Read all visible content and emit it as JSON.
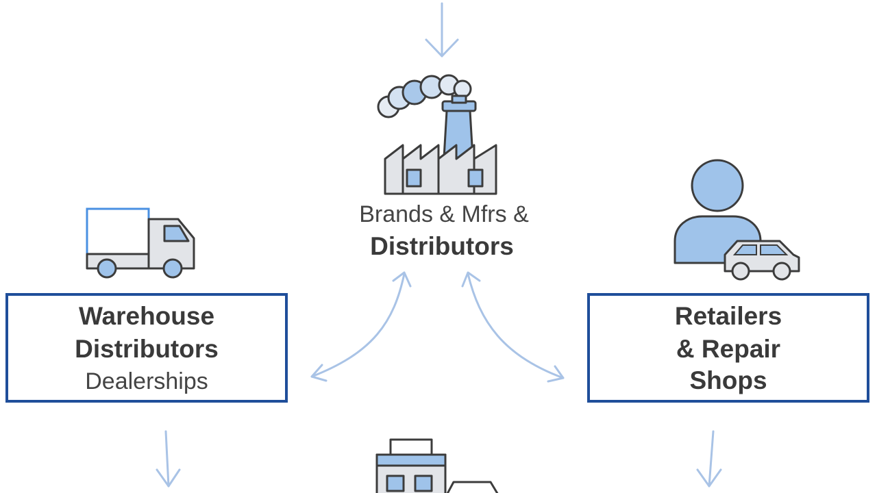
{
  "manufacturer_node": {
    "line1": "Brands & Mfrs &",
    "line2": "Distributors"
  },
  "warehouse_node": {
    "line1": "Warehouse",
    "line2": "Distributors",
    "line3": "Dealerships"
  },
  "retailers_node": {
    "line1": "Retailers",
    "line2": "& Repair",
    "line3": "Shops"
  },
  "icons": {
    "manufacturer": "factory-icon",
    "warehouse": "delivery-truck-icon",
    "retailers": "person-with-car-icon",
    "bottom": "store-with-car-icon"
  },
  "colors": {
    "box_border": "#1f4e9a",
    "arrow": "#a9c3e6",
    "icon_fill_blue": "#9fc3ea",
    "icon_fill_gray": "#d9d9d9",
    "icon_outline": "#3c3c3c",
    "text": "#3a3a3a"
  }
}
